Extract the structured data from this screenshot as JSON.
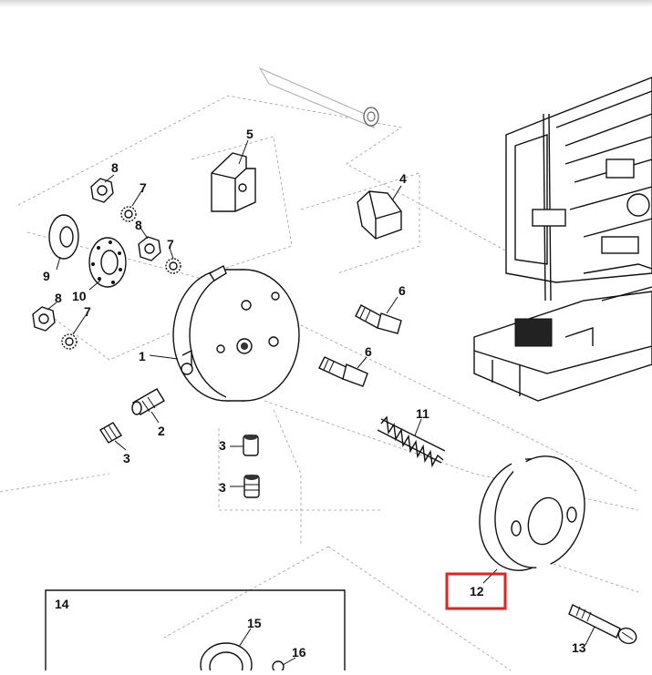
{
  "callouts": {
    "p1": "1",
    "p2": "2",
    "p3a": "3",
    "p3b": "3",
    "p3c": "3",
    "p4": "4",
    "p5": "5",
    "p6a": "6",
    "p6b": "6",
    "p7a": "7",
    "p7b": "7",
    "p7c": "7",
    "p8a": "8",
    "p8b": "8",
    "p8c": "8",
    "p9": "9",
    "p10": "10",
    "p11": "11",
    "p12": "12",
    "p13": "13",
    "p14": "14",
    "p15": "15",
    "p16": "16"
  },
  "highlight": {
    "color": "#e02424",
    "target": "12"
  }
}
